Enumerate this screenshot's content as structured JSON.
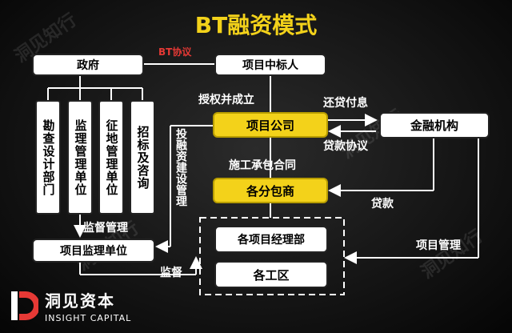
{
  "title": "BT融资模式",
  "nodes": {
    "government": "政府",
    "project_winner": "项目中标人",
    "project_company": "项目公司",
    "financial_institution": "金融机构",
    "subcontractors": "各分包商",
    "project_managers": "各项目经理部",
    "work_areas": "各工区",
    "supervision_unit": "项目监理单位",
    "gov_units": [
      "勘查设计部门",
      "监理管理单位",
      "征地管理单位",
      "招标及咨询"
    ]
  },
  "labels": {
    "bt_agreement": "BT协议",
    "authorize": "授权并成立",
    "repay": "还贷付息",
    "loan_agreement": "贷款协议",
    "construction_contract": "施工承包合同",
    "loan": "贷款",
    "investment_mgmt": "投融资建设管理",
    "supervise_mgmt": "监督管理",
    "supervise": "监督",
    "project_mgmt": "项目管理"
  },
  "brand": {
    "cn": "洞见资本",
    "en": "INSIGHT CAPITAL"
  },
  "watermark": "洞见知行"
}
